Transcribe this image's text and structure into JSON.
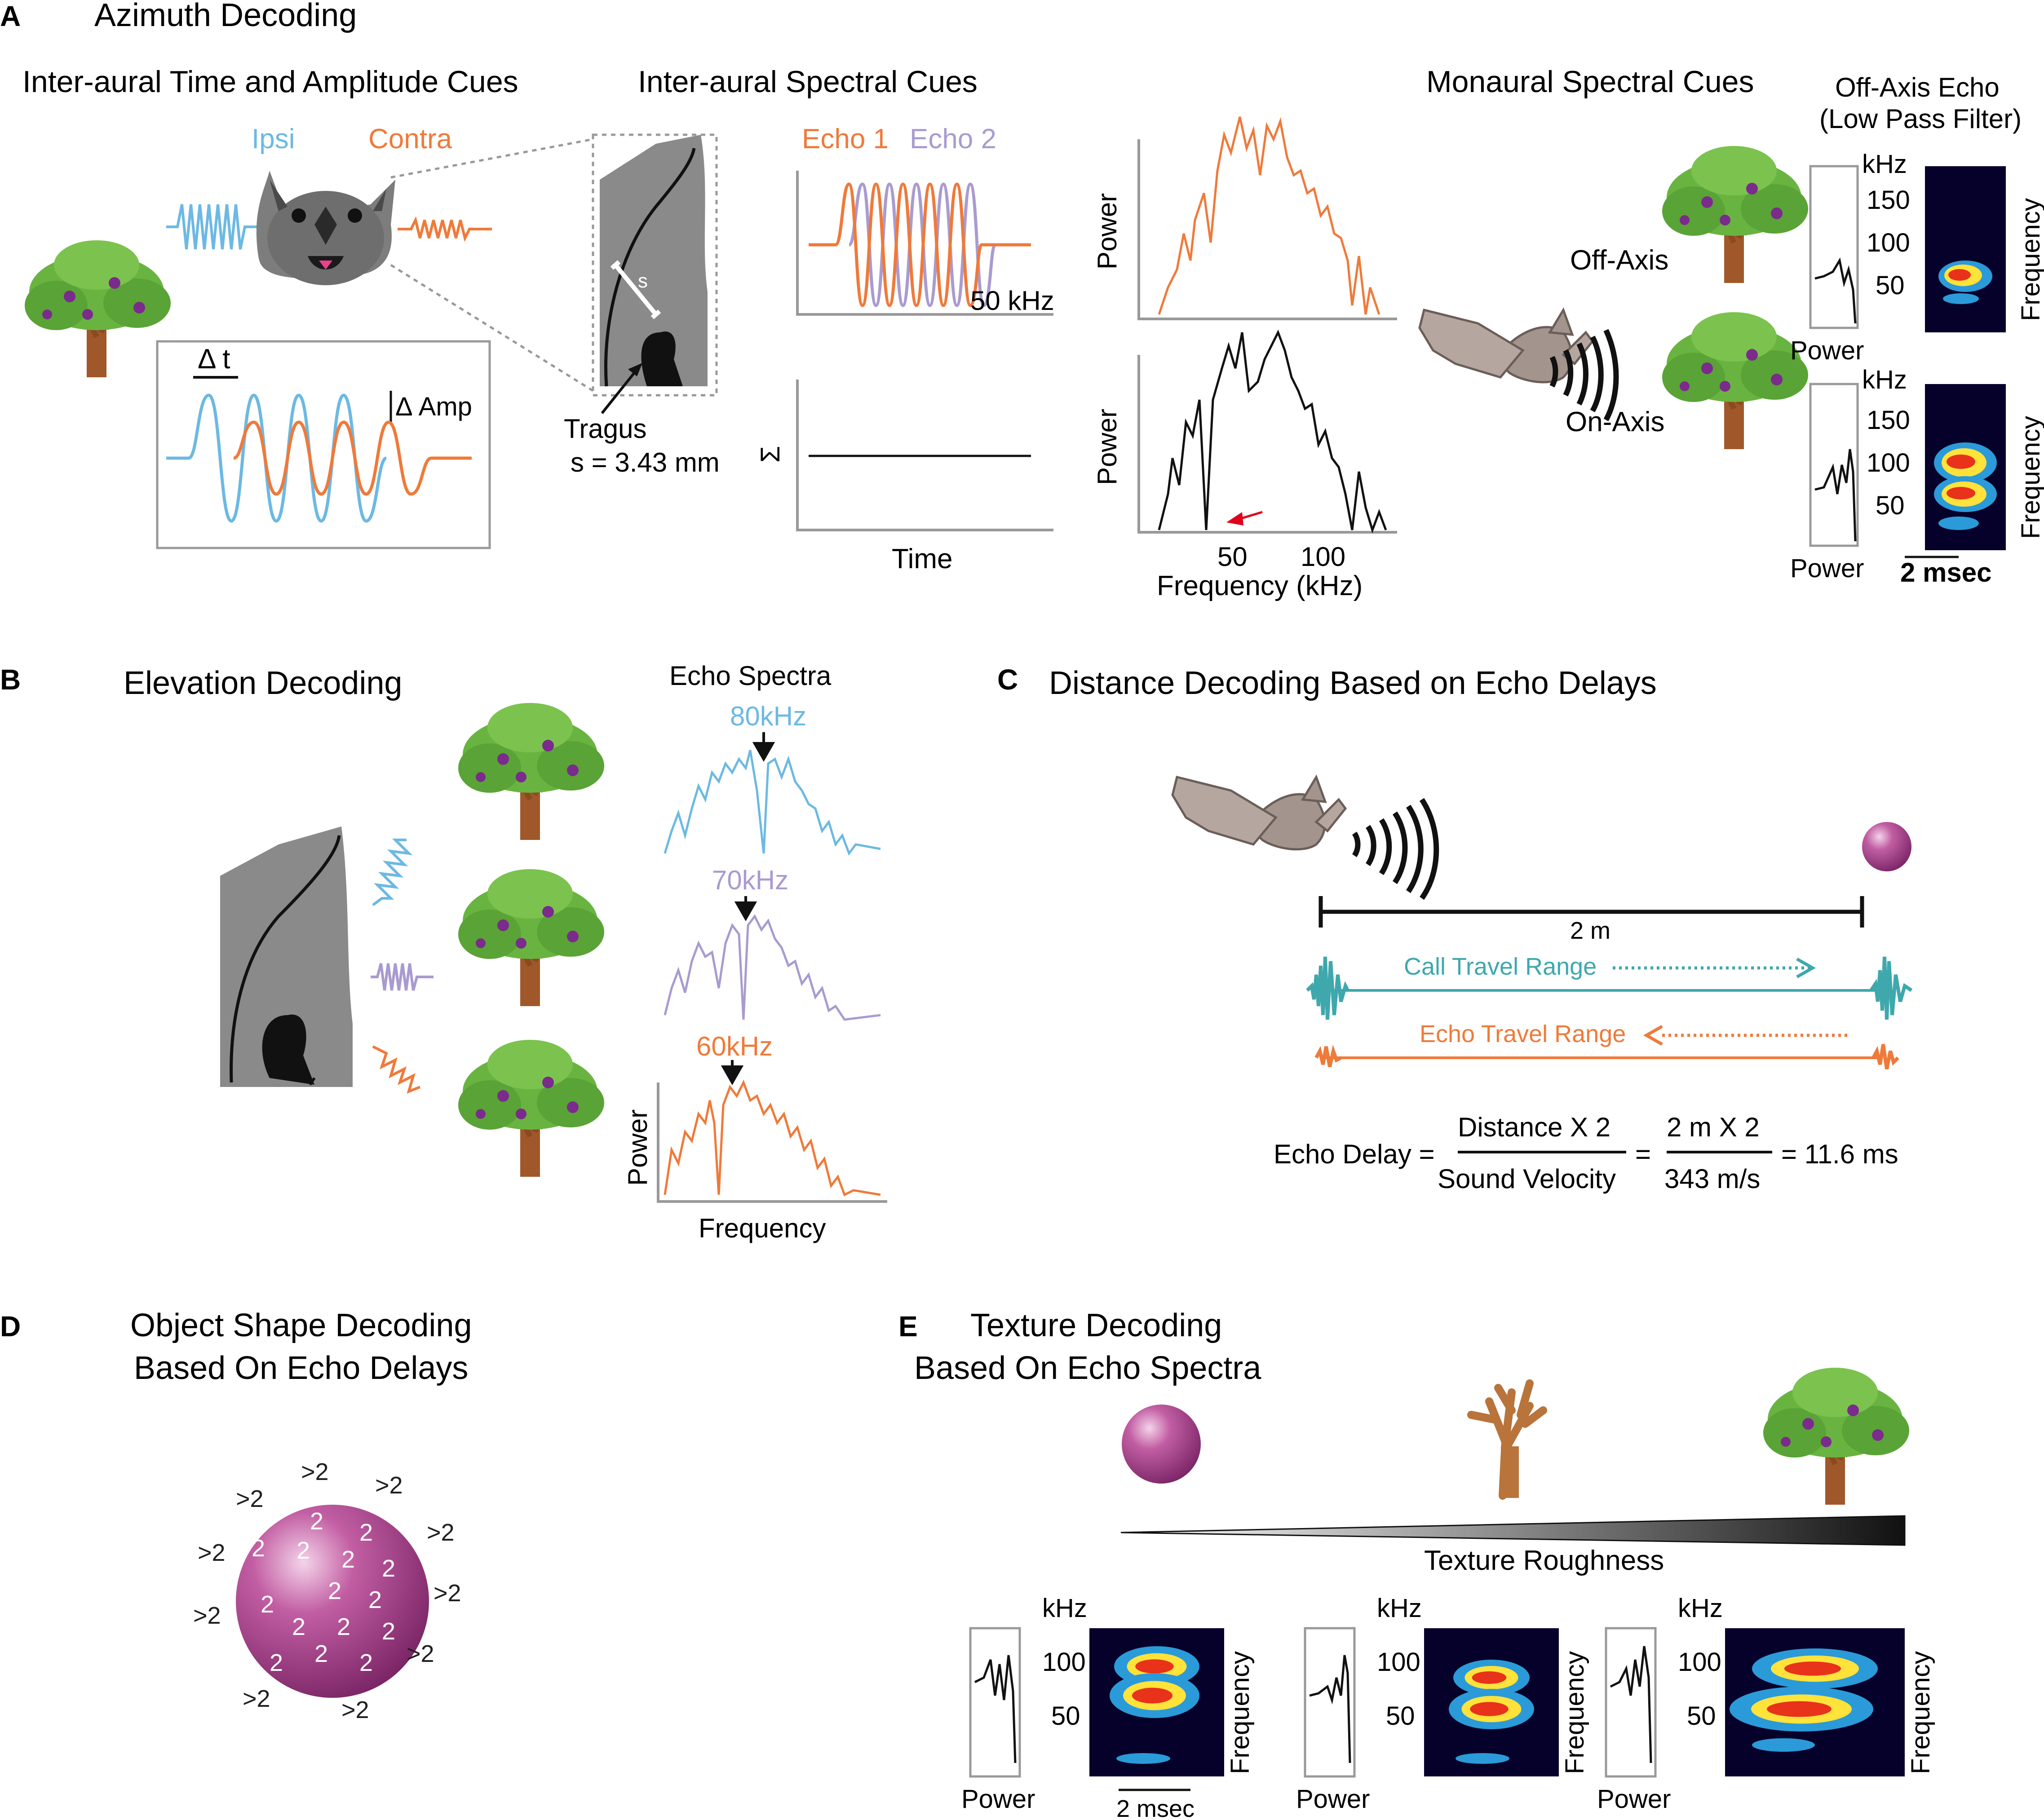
{
  "panels": {
    "A": {
      "letter": "A",
      "title": "Azimuth Decoding",
      "interaural_time_amp": {
        "heading": "Inter-aural Time and Amplitude Cues",
        "ipsi": "Ipsi",
        "contra": "Contra",
        "delta_t": "Δ t",
        "delta_amp": "Δ Amp"
      },
      "interaural_spectral": {
        "heading": "Inter-aural Spectral Cues",
        "s_label": "s",
        "tragus": "Tragus",
        "s_value": "s = 3.43 mm",
        "echo1": "Echo 1",
        "echo2": "Echo 2",
        "freq": "50 kHz",
        "sum_symbol": "Σ",
        "time": "Time"
      },
      "spectra": {
        "power_top": "Power",
        "power_bottom": "Power",
        "tick_50": "50",
        "tick_100": "100",
        "xlabel": "Frequency (kHz)"
      },
      "monaural": {
        "heading": "Monaural Spectral Cues",
        "off_axis": "Off-Axis",
        "on_axis": "On-Axis",
        "echo_title_1": "Off-Axis Echo",
        "echo_title_2": "(Low Pass Filter)",
        "khz_top": "kHz",
        "khz_bottom": "kHz",
        "ticks_top": [
          "150",
          "100",
          "50"
        ],
        "ticks_bottom": [
          "150",
          "100",
          "50"
        ],
        "power_top": "Power",
        "power_bottom": "Power",
        "frequency_top": "Frequency",
        "frequency_bottom": "Frequency",
        "scale": "2 msec"
      }
    },
    "B": {
      "letter": "B",
      "title": "Elevation Decoding",
      "spectra_title": "Echo Spectra",
      "notch_80": "80kHz",
      "notch_70": "70kHz",
      "notch_60": "60kHz",
      "ylabel": "Power",
      "xlabel": "Frequency"
    },
    "C": {
      "letter": "C",
      "title": "Distance Decoding Based on Echo Delays",
      "distance": "2 m",
      "call_range": "Call Travel Range",
      "echo_range": "Echo Travel Range",
      "eq_lhs": "Echo Delay =",
      "eq_num1": "Distance X 2",
      "eq_den1": "Sound Velocity",
      "eq_equals": "=",
      "eq_num2": "2 m X 2",
      "eq_den2": "343 m/s",
      "eq_result": "= 11.6 ms"
    },
    "D": {
      "letter": "D",
      "title_1": "Object Shape Decoding",
      "title_2": "Based On Echo Delays",
      "inner_label": "2",
      "outer_label": ">2"
    },
    "E": {
      "letter": "E",
      "title_1": "Texture Decoding",
      "title_2": "Based On Echo Spectra",
      "roughness": "Texture Roughness",
      "khz": "kHz",
      "tick_100": "100",
      "tick_50": "50",
      "power": "Power",
      "frequency": "Frequency",
      "scale": "2 msec"
    }
  },
  "colors": {
    "ipsi": "#6cb9e3",
    "contra": "#ef7a3a",
    "echo2": "#a99bd0",
    "call": "#3ea8ad",
    "echo": "#ef7a3a",
    "sphere": "#b0488f",
    "ear": "#8a8a8a"
  }
}
